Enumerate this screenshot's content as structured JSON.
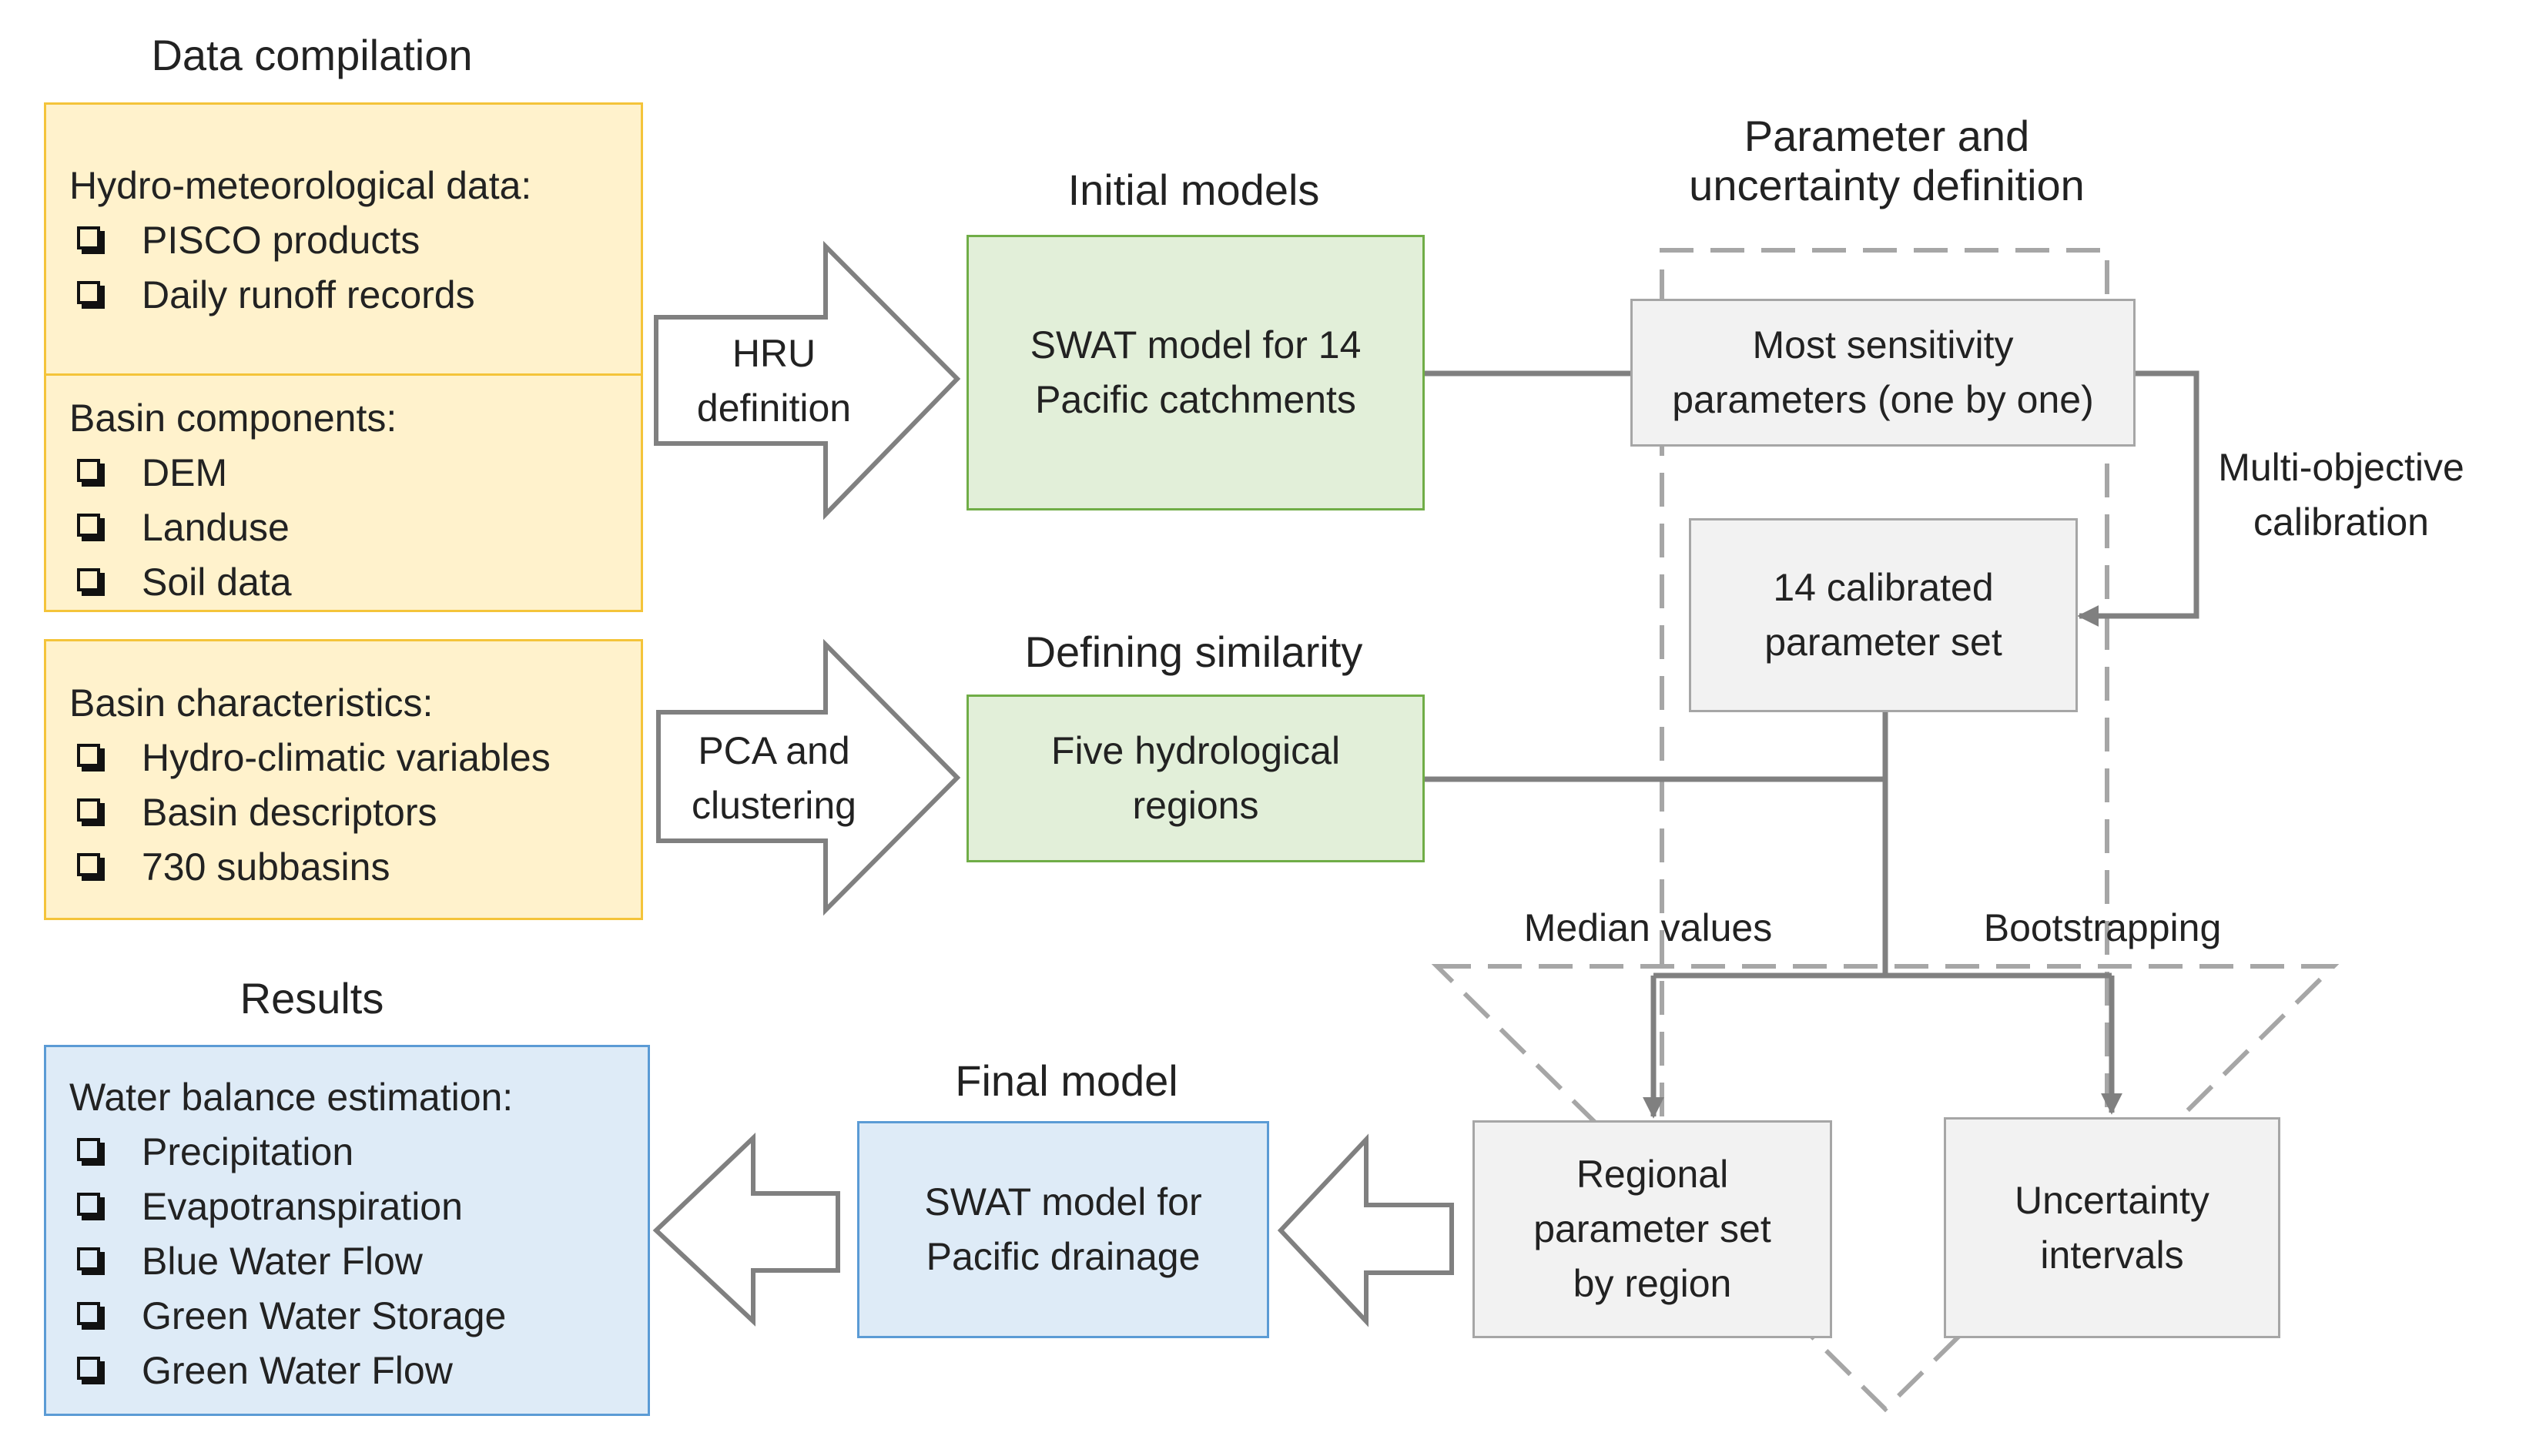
{
  "headings": {
    "data_compilation": "Data compilation",
    "initial_models": "Initial models",
    "parameter_uncertainty": [
      "Parameter and",
      "uncertainty definition"
    ],
    "defining_similarity": "Defining similarity",
    "results": "Results",
    "final_model": "Final model"
  },
  "data_box1": {
    "title": "Hydro-meteorological data:",
    "items": [
      "PISCO products",
      "Daily runoff records"
    ]
  },
  "data_box2": {
    "title": "Basin components:",
    "items": [
      "DEM",
      "Landuse",
      "Soil data"
    ]
  },
  "characteristics_box": {
    "title": "Basin characteristics:",
    "items": [
      "Hydro-climatic variables",
      "Basin descriptors",
      "730 subbasins"
    ]
  },
  "results_box": {
    "title": "Water balance estimation:",
    "items": [
      "Precipitation",
      "Evapotranspiration",
      "Blue Water Flow",
      "Green Water Storage",
      "Green Water Flow"
    ]
  },
  "arrows": {
    "hru": [
      "HRU",
      "definition"
    ],
    "pca": [
      "PCA and",
      "clustering"
    ]
  },
  "nodes": {
    "swat14": [
      "SWAT model for 14",
      "Pacific catchments"
    ],
    "five_regions": [
      "Five hydrological",
      "regions"
    ],
    "most_sensitivity": [
      "Most sensitivity",
      "parameters (one by one)"
    ],
    "calibrated": [
      "14 calibrated",
      "parameter set"
    ],
    "regional": [
      "Regional",
      "parameter set",
      "by region"
    ],
    "uncertainty": [
      "Uncertainty",
      "intervals"
    ],
    "final_swat": [
      "SWAT model for",
      "Pacific drainage"
    ]
  },
  "edge_labels": {
    "multi_objective": [
      "Multi-objective",
      "calibration"
    ],
    "median": "Median values",
    "bootstrapping": "Bootstrapping"
  },
  "colors": {
    "data_fill": "#fff2cc",
    "data_border": "#f4c43a",
    "model_fill": "#e2efd9",
    "model_border": "#70ad47",
    "result_fill": "#deebf7",
    "result_border": "#5b9bd5",
    "process_fill": "#f2f2f2",
    "process_border": "#a6a6a6",
    "connector": "#808080"
  }
}
